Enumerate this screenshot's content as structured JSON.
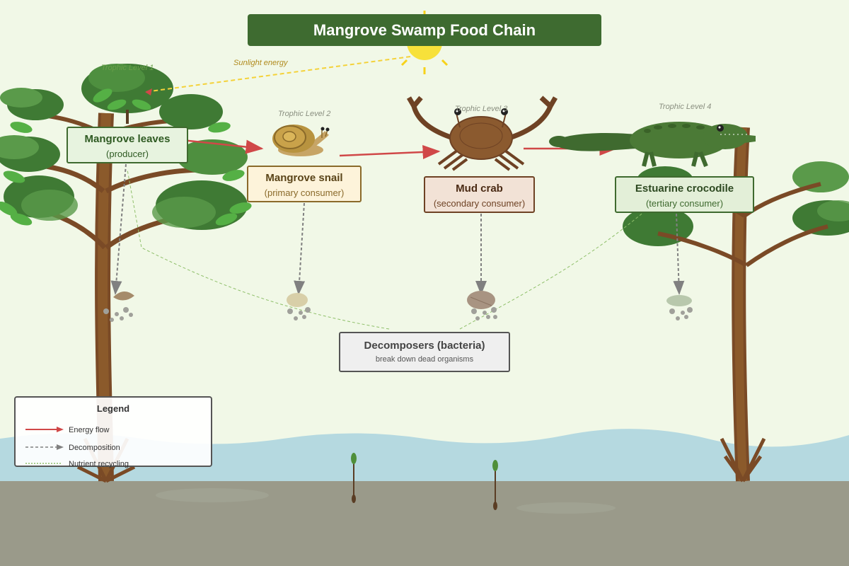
{
  "title": "Mangrove Swamp Food Chain",
  "sunlight_label": "Sunlight energy",
  "trophic_levels": [
    "Trophic Level 1",
    "Trophic Level 2",
    "Trophic Level 3",
    "Trophic Level 4"
  ],
  "organisms": [
    {
      "name": "Mangrove leaves",
      "role": "(producer)"
    },
    {
      "name": "Mangrove snail",
      "role": "(primary consumer)"
    },
    {
      "name": "Mud crab",
      "role": "(secondary consumer)"
    },
    {
      "name": "Estuarine crocodile",
      "role": "(tertiary consumer)"
    }
  ],
  "decomposers": {
    "name": "Decomposers (bacteria)",
    "description": "break down dead organisms"
  },
  "legend": {
    "title": "Legend",
    "items": [
      "Energy flow",
      "Decomposition",
      "Nutrient recycling"
    ]
  },
  "colors": {
    "energy_flow": "#d04848",
    "decomposition": "#808080",
    "nutrient_recycling": "#8fbf6a",
    "title_bar": "#3e6b30",
    "sun": "#f7e13a"
  }
}
